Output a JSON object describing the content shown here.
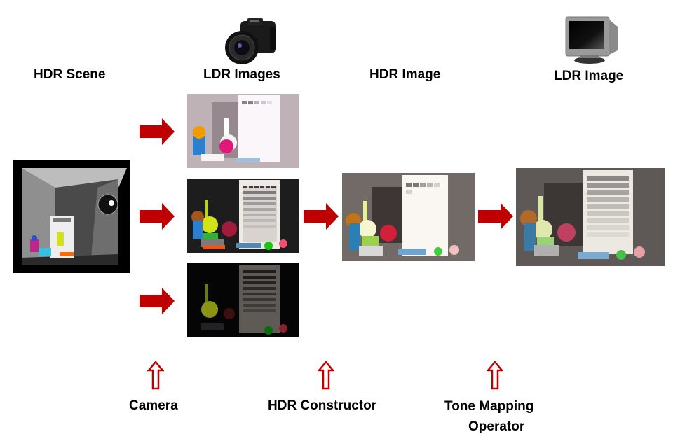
{
  "headers": {
    "hdr_scene": "HDR Scene",
    "ldr_images": "LDR Images",
    "hdr_image": "HDR Image",
    "ldr_image": "LDR Image"
  },
  "operators": {
    "camera": "Camera",
    "hdr_constructor": "HDR Constructor",
    "tone_mapping_line1": "Tone Mapping",
    "tone_mapping_line2": "Operator"
  },
  "icons": {
    "camera": "camera-icon",
    "monitor": "crt-monitor-icon",
    "right_arrow": "right-arrow",
    "up_arrow": "hollow-up-arrow"
  },
  "images": {
    "hdr_scene": "Photo of scene in box with lamp",
    "ldr_exposures": [
      "Overexposed LDR image",
      "Medium-exposure LDR image",
      "Underexposed LDR image"
    ],
    "hdr_image": "Constructed HDR image",
    "ldr_output": "Tone-mapped LDR image"
  },
  "colors": {
    "arrow_red": "#c00000",
    "text": "#000000"
  }
}
